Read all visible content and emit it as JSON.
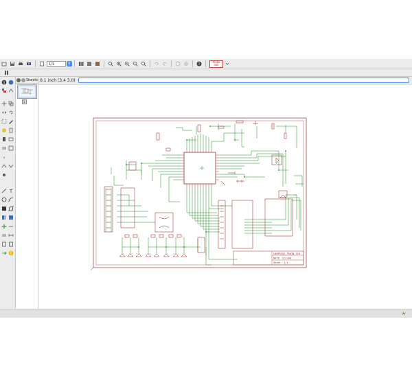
{
  "toolbar": {
    "sheet_value": "1/1",
    "logo_text_top": "make",
    "logo_text_bottom": "link"
  },
  "sheets_panel": {
    "title": "Sheets",
    "sheet_number": "1"
  },
  "command_bar": {
    "coordinate": "0.1 inch (3.4 3.0)",
    "command_value": ""
  },
  "title_block": {
    "line1": "LONTRIXX_TRAIN.SCH",
    "line2": "DATE: 2/2/08",
    "line3": "Sheet: 1/1"
  },
  "colors": {
    "frame": "#a03030",
    "wire": "#1c8a1c",
    "part": "#8b1a1a",
    "accent": "#4d8ef7"
  }
}
